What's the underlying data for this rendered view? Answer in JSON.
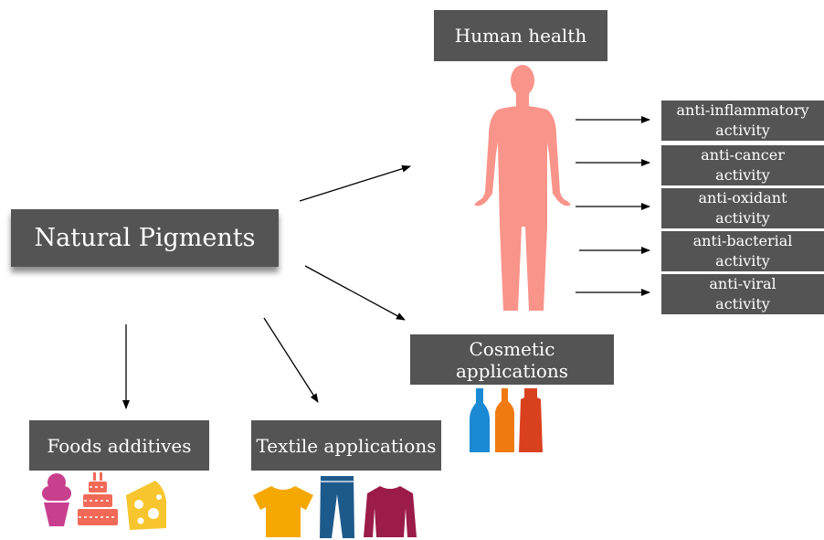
{
  "center": {
    "label": "Natural Pigments"
  },
  "categories": {
    "human_health": "Human health",
    "cosmetic": "Cosmetic applications",
    "foods": "Foods additives",
    "textile": "Textile applications"
  },
  "activities": [
    {
      "line1": "anti-inflammatory",
      "line2": "activity"
    },
    {
      "line1": "anti-cancer",
      "line2": "activity"
    },
    {
      "line1": "anti-oxidant",
      "line2": "activity"
    },
    {
      "line1": "anti-bacterial",
      "line2": "activity"
    },
    {
      "line1": "anti-viral",
      "line2": "activity"
    }
  ],
  "colors": {
    "box": "#545454",
    "body": "#f9948a",
    "bottle_blue": "#1a8ad4",
    "bottle_orange": "#f07a10",
    "bottle_red": "#d9411e",
    "icecream": "#c83f8e",
    "cake": "#f16a58",
    "cheese": "#f7c52d",
    "tshirt": "#f5a800",
    "jeans": "#1d5a8c",
    "sweater": "#9b1b4b"
  }
}
